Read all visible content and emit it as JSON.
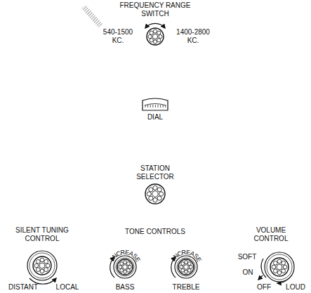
{
  "diagram": {
    "labels": [
      "FREQUENCY RANGE SWITCH",
      "540-1500 KC.",
      "1400-2800 KC.",
      "DIAL",
      "STATION SELECTOR",
      "SILENT TUNING CONTROL",
      "DISTANT",
      "LOCAL",
      "TONE CONTROLS",
      "INCREASE",
      "BASS",
      "INCREASE",
      "TREBLE",
      "VOLUME CONTROL",
      "SOFT",
      "ON",
      "OFF",
      "LOUD"
    ]
  }
}
